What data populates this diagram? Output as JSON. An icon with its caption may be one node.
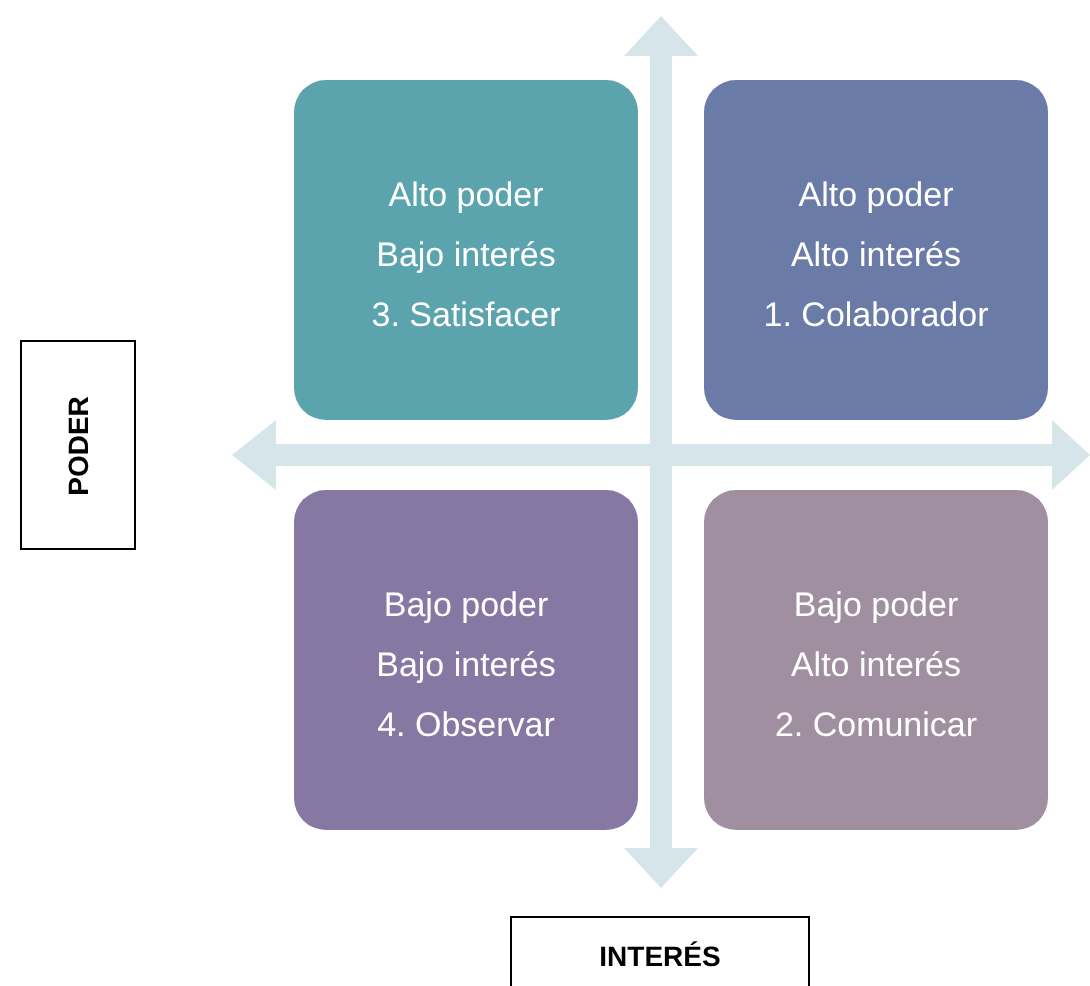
{
  "diagram": {
    "nodes": [
      {
        "text": [
          "Alto poder",
          "Bajo interés",
          "3. Satisfacer"
        ]
      },
      {
        "text": [
          "Alto poder",
          "Alto interés",
          "1. Colaborador"
        ]
      },
      {
        "text": [
          "PODER"
        ]
      },
      {
        "text": [
          "Bajo poder",
          "Bajo interés",
          "4. Observar"
        ]
      },
      {
        "text": [
          "Bajo poder",
          "Alto interés",
          "2. Comunicar"
        ]
      },
      {
        "text": [
          "INTERÉS"
        ]
      }
    ],
    "edges": []
  }
}
